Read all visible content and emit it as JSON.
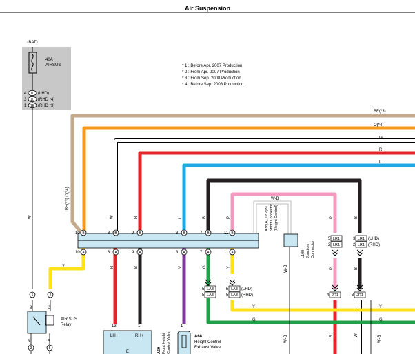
{
  "page_title": "Air Suspension",
  "fuse_block": {
    "header": "(BAT)",
    "rating": "40A",
    "name": "AIRSUS"
  },
  "fuse_connectors": [
    {
      "pin": "4",
      "code": "1C",
      "note": "(LHD)"
    },
    {
      "pin": "3",
      "code": "1C",
      "note": "(RHD *4)"
    },
    {
      "pin": "1",
      "code": "1E",
      "note": "(RHD *3)"
    }
  ],
  "notes": [
    "* 1 : Before Apr. 2007 Production",
    "* 2 : From Apr. 2007 Production",
    "* 3 : From Sep. 2008 Production",
    "* 4 : Before Sep. 2008 Production"
  ],
  "right_edge_labels": {
    "be": "BE(*3)",
    "o": "O(*4)",
    "w": "W",
    "r": "R",
    "l": "L",
    "y": "Y",
    "g": "G"
  },
  "wire_colors": {
    "be": "#c4aa8a",
    "o": "#f39a1e",
    "w": "#ffffff",
    "r": "#e0262b",
    "l": "#1fa9e1",
    "b": "#231f20",
    "p": "#f49ac1",
    "y": "#ffe11a",
    "g": "#20a24a",
    "v": "#7d3c98",
    "gray": "#aaaaaa"
  },
  "wire_letters": {
    "be_o": "BE(*3)  O(*4)",
    "w": "W",
    "r": "R",
    "l": "L",
    "b": "B",
    "p": "P",
    "wb": "W-B",
    "y": "Y",
    "g": "G",
    "v": "V",
    "bl": "B"
  },
  "junction_connector": {
    "left_code": "B",
    "right_code": "A",
    "top_pins": [
      "10",
      "8",
      "9",
      "3",
      "7",
      "11"
    ],
    "bottom_pins": [
      "10",
      "8",
      "9",
      "3",
      "7",
      "11"
    ],
    "label_line1": "A38(A), L82(B)",
    "label_line2": "Short Connector",
    "label_line3": "(Height Control)"
  },
  "l100": {
    "code": "L100",
    "line1": "Junction",
    "line2": "Connector"
  },
  "lr1": [
    {
      "pin": "57",
      "code": "LR1"
    },
    {
      "pin": "23",
      "code": "LR1"
    },
    {
      "pin": "35",
      "code": "LR1",
      "note": "(LHD)"
    },
    {
      "pin": "24",
      "code": "LR1",
      "note": "(RHD)"
    }
  ],
  "la3": [
    {
      "pin": "52",
      "code": "LA3"
    },
    {
      "pin": "53",
      "code": "LA3"
    },
    {
      "pin": "54",
      "code": "LA3",
      "note": "(LHD)"
    },
    {
      "pin": "55",
      "code": "LA3",
      "note": "(RHD)"
    }
  ],
  "jr1": [
    {
      "pin": "4",
      "code": "JR1"
    },
    {
      "pin": "3",
      "code": "JR1"
    }
  ],
  "relay": {
    "name_line1": "AIR SUS",
    "name_line2": "Relay",
    "pin_top_left": "1",
    "pin_top_right": "2",
    "pin_bottom_left": "3",
    "pin_bottom_right": "5",
    "pin_mid_left": "9",
    "pin_mid_right": "3"
  },
  "ecu_box": {
    "pin_left": "13",
    "pin_right": "1",
    "label_left": "LH+",
    "label_right": "RH+",
    "code": "E",
    "side_code": "A59",
    "side_label1": "Front Height",
    "side_label2": "Control Valve"
  },
  "exhaust_valve": {
    "code": "A68",
    "line1": "Height Control",
    "line2": "Exhaust Valve",
    "pin": "1"
  }
}
